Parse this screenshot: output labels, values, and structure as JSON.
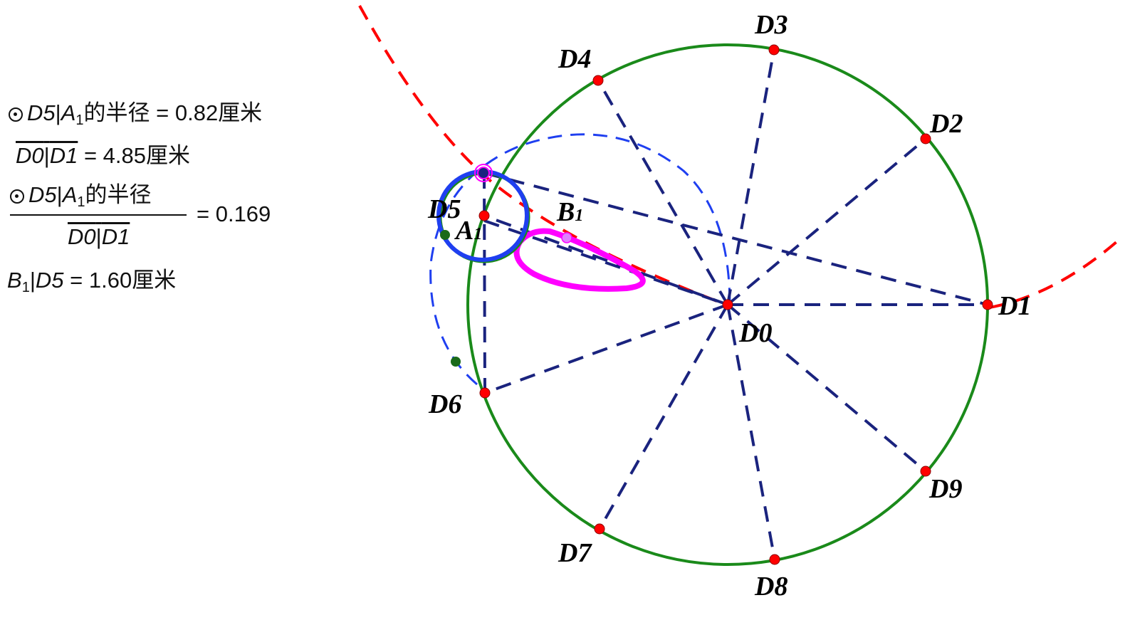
{
  "measurements": {
    "m1": {
      "label_a": "D5",
      "label_b": "A",
      "label_b_sub": "1",
      "text": "的半径 = 0.82厘米"
    },
    "m2": {
      "seg_a": "D0",
      "seg_b": "D1",
      "text": "= 4.85厘米"
    },
    "m3": {
      "num_a": "D5",
      "num_b": "A",
      "num_b_sub": "1",
      "num_text": "的半径",
      "den_a": "D0",
      "den_b": "D1",
      "result": "= 0.169"
    },
    "m4": {
      "label_a": "B",
      "label_a_sub": "1",
      "label_b": "D5",
      "text": "= 1.60厘米"
    }
  },
  "points": {
    "D0": "D0",
    "D1": "D1",
    "D2": "D2",
    "D3": "D3",
    "D4": "D4",
    "D5": "D5",
    "D6": "D6",
    "D7": "D7",
    "D8": "D8",
    "D9": "D9",
    "A1": "A",
    "A1_sub": "1",
    "B1": "B",
    "B1_sub": "1"
  },
  "colors": {
    "main_circle": "#1a8a1a",
    "spokes": "#1a237e",
    "red_arc": "#ff0000",
    "blue_dashed_circle": "#1f3ff0",
    "small_blue_circle": "#1f3ff0",
    "small_green_circle": "#1a8a1a",
    "locus_curve": "#ff00ff",
    "point_fill": "#ff0000"
  }
}
